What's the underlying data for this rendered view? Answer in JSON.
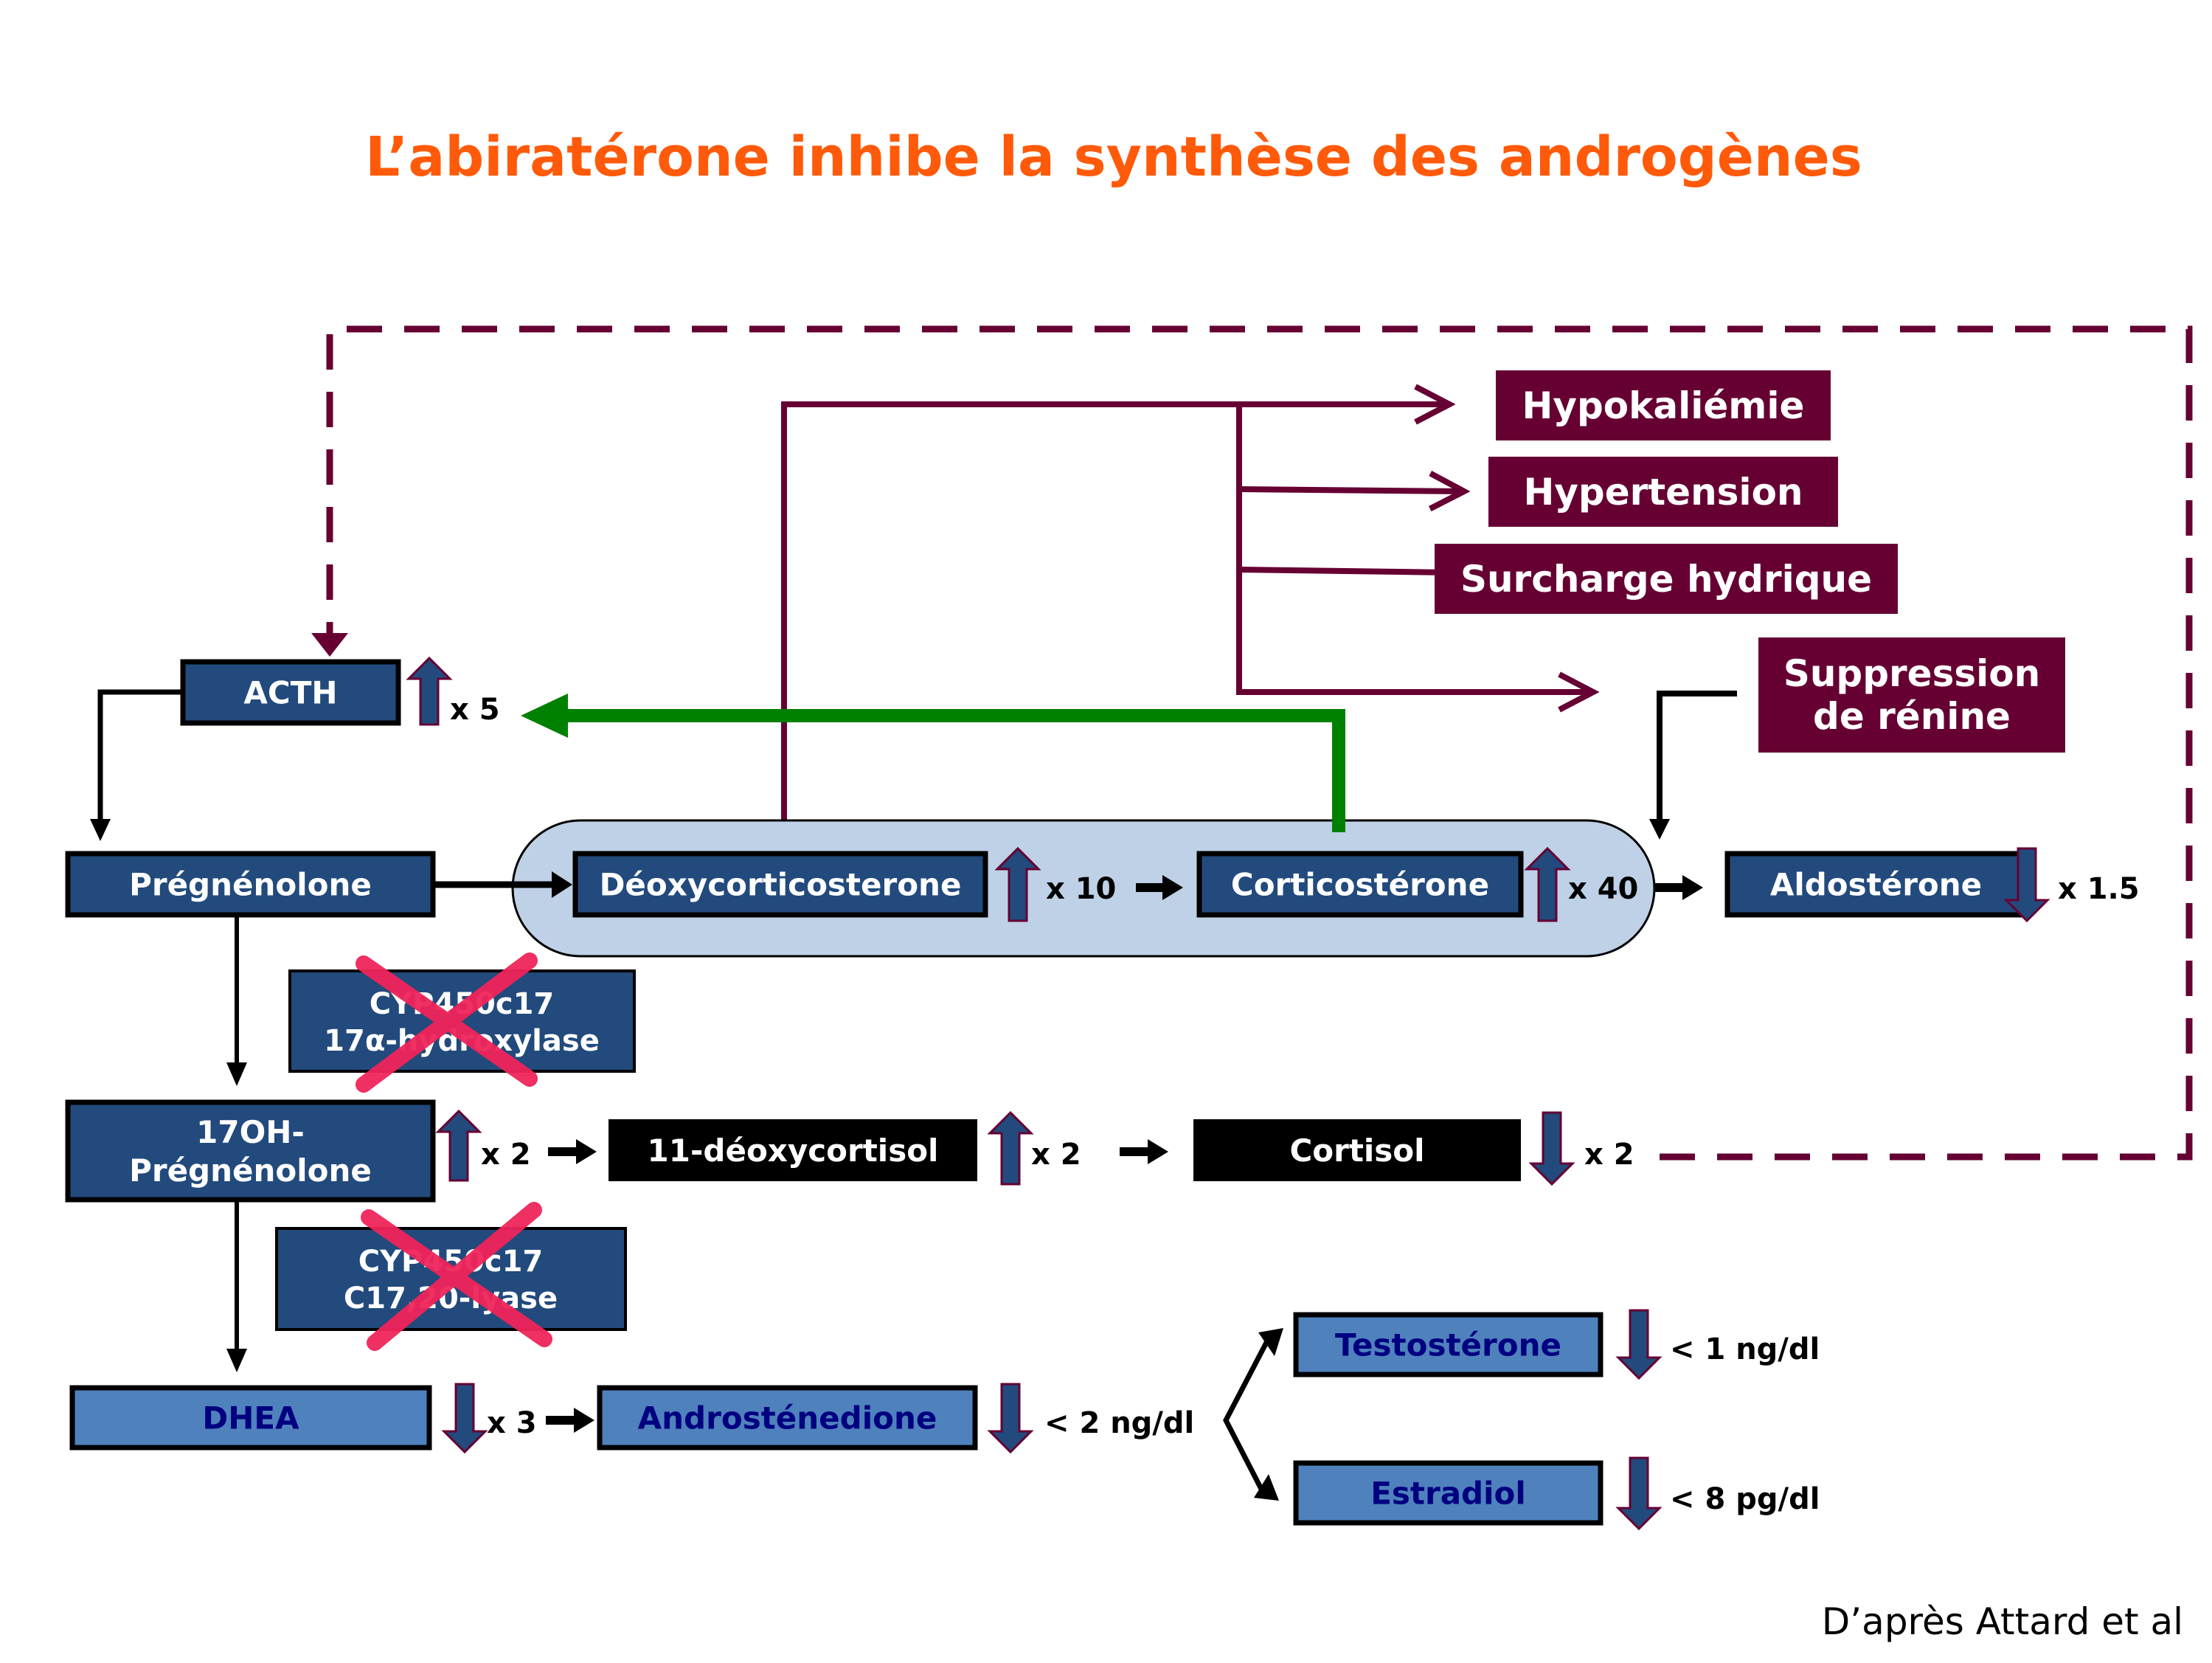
{
  "title": "L’abiratérone inhibe la synthèse des androgènes",
  "footer": "D’après Attard et al",
  "colors": {
    "title": "#FF5A0A",
    "node_dark_blue": "#224A7C",
    "node_light_blue": "#4F81BD",
    "node_black": "#000000",
    "effect_maroon": "#660033",
    "pill_fill": "#BFD1E6",
    "feedback_green": "#008000",
    "dashed_maroon": "#660033",
    "cross_red": "#F0245A"
  },
  "nodes": {
    "acth": {
      "label": "ACTH",
      "change": "up",
      "multiplier": "x 5"
    },
    "pregnenolone": {
      "label": "Prégnénolone"
    },
    "deoxycorticosterone": {
      "label": "Déoxycorticosterone",
      "change": "up",
      "multiplier": "x 10"
    },
    "corticosterone": {
      "label": "Corticostérone",
      "change": "up",
      "multiplier": "x 40"
    },
    "aldosterone": {
      "label": "Aldostérone",
      "change": "down",
      "multiplier": "x 1.5"
    },
    "oh_pregnenolone": {
      "label_line1": "17OH-",
      "label_line2": "Prégnénolone",
      "change": "up",
      "multiplier": "x 2"
    },
    "deoxycortisol": {
      "label": "11-déoxycortisol",
      "change": "up",
      "multiplier": "x 2"
    },
    "cortisol": {
      "label": "Cortisol",
      "change": "down",
      "multiplier": "x 2"
    },
    "dhea": {
      "label": "DHEA",
      "change": "down",
      "multiplier": "x 3"
    },
    "androstenedione": {
      "label": "Androsténedione",
      "change": "down",
      "multiplier": "< 2 ng/dl"
    },
    "testosterone": {
      "label": "Testostérone",
      "change": "down",
      "multiplier": "< 1 ng/dl"
    },
    "estradiol": {
      "label": "Estradiol",
      "change": "down",
      "multiplier": "< 8 pg/dl"
    }
  },
  "enzymes": [
    {
      "line1": "CYP450c17",
      "line2": "17α-hydroxylase",
      "inhibited": true
    },
    {
      "line1": "CYP450c17",
      "line2": "C17,20-lyase",
      "inhibited": true
    }
  ],
  "effects": [
    {
      "label": "Hypokaliémie"
    },
    {
      "label": "Hypertension"
    },
    {
      "label": "Surcharge hydrique"
    },
    {
      "label_line1": "Suppression",
      "label_line2": "de rénine"
    }
  ]
}
